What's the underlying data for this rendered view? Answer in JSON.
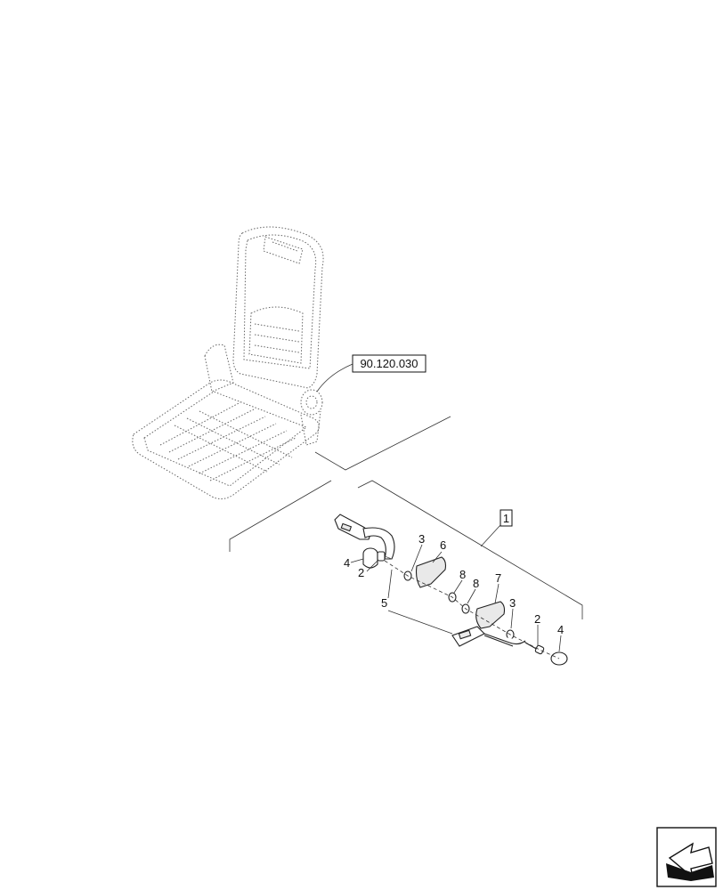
{
  "reference_box": {
    "text": "90.120.030"
  },
  "assembly_box": {
    "text": "1"
  },
  "callouts": [
    {
      "id": "c4a",
      "text": "4"
    },
    {
      "id": "c2a",
      "text": "2"
    },
    {
      "id": "c5",
      "text": "5"
    },
    {
      "id": "c3a",
      "text": "3"
    },
    {
      "id": "c6",
      "text": "6"
    },
    {
      "id": "c8a",
      "text": "8"
    },
    {
      "id": "c8b",
      "text": "8"
    },
    {
      "id": "c7",
      "text": "7"
    },
    {
      "id": "c3b",
      "text": "3"
    },
    {
      "id": "c2b",
      "text": "2"
    },
    {
      "id": "c4b",
      "text": "4"
    }
  ],
  "nav_icon": "next-page-arrow-icon"
}
